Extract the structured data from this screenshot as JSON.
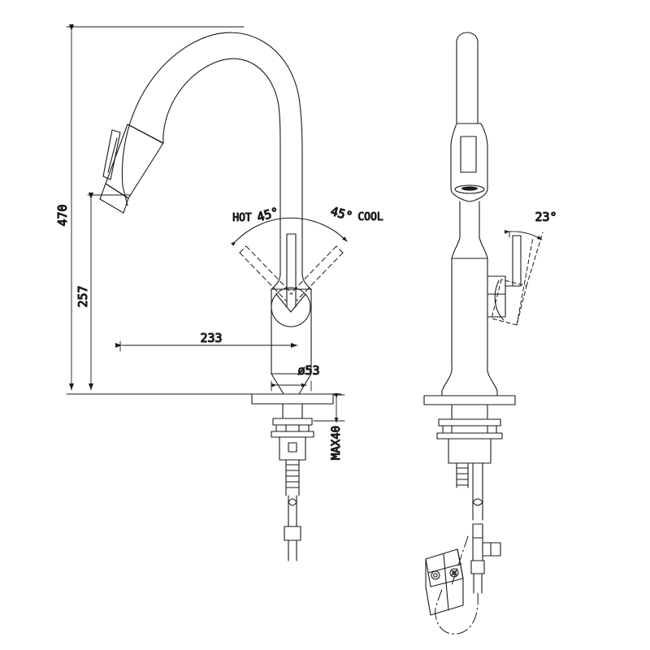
{
  "drawing": {
    "title": "kitchen-faucet-technical-drawing",
    "type": "engineering-line-drawing",
    "line_color": "#1a1a1a",
    "background": "#ffffff",
    "views": [
      {
        "name": "front-elevation",
        "label": ""
      },
      {
        "name": "side-elevation",
        "label": ""
      }
    ]
  },
  "dimensions": {
    "overall_height": "470",
    "spout_height": "257",
    "spout_reach": "233",
    "base_diameter": "ø53",
    "deck_thickness": "MAX40"
  },
  "angles": {
    "hot_label": "HOT",
    "hot_value": "45°",
    "cool_value": "45°",
    "cool_label": "COOL",
    "handle_lift": "23°"
  },
  "components": {
    "spray_head": "pull-down-spray-head",
    "spout": "gooseneck-spout",
    "handle": "lever-handle",
    "base": "mounting-base",
    "deck_plate": "deck-plate",
    "shank": "threaded-shank",
    "hose": "supply-hose",
    "weight": "counterweight",
    "connector": "quick-connector"
  }
}
